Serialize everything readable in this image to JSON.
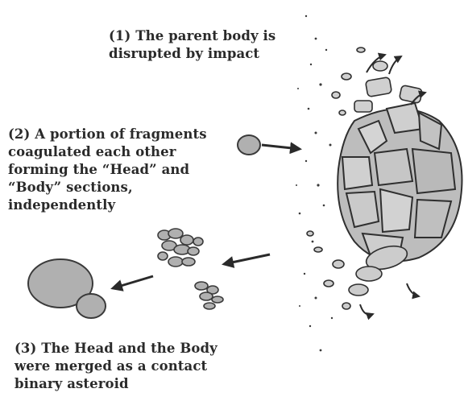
{
  "step1": {
    "lines": [
      "(1) The parent body is",
      "disrupted by impact"
    ]
  },
  "step2": {
    "lines": [
      "(2)  A portion of fragments",
      "coagulated each other",
      "forming  the “Head” and",
      "“Body” sections,",
      "independently"
    ]
  },
  "step3": {
    "lines": [
      "(3) The Head and the Body",
      "were merged as a contact",
      "binary asteroid"
    ]
  },
  "colors": {
    "fragment_fill": "#b0b0b0",
    "outline": "#3a3a3a",
    "ink": "#2a2a2a"
  }
}
